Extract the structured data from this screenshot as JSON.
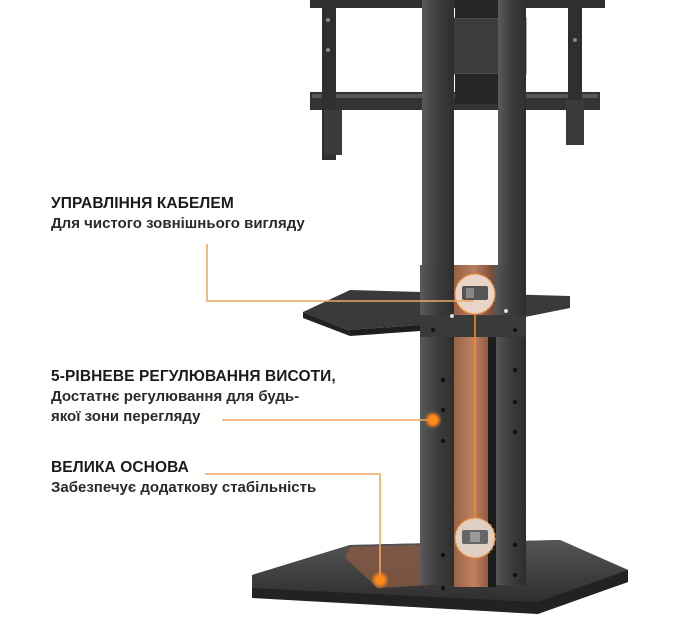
{
  "features": [
    {
      "title": "УПРАВЛІННЯ КАБЕЛЕМ",
      "description": [
        "Для чистого зовнішнього вигляду"
      ]
    },
    {
      "title": "5-РІВНЕВЕ РЕГУЛЮВАННЯ ВИСОТИ,",
      "description": [
        "Достатнє регулювання для будь-",
        "якої зони перегляду"
      ]
    },
    {
      "title": "ВЕЛИКА ОСНОВА",
      "description": [
        "Забезпечує додаткову стабільність"
      ]
    }
  ],
  "colors": {
    "accent": "#f08a24",
    "leader_line": "#f0a860",
    "metal_dark": "#3a3a3a",
    "metal_mid": "#4a4a4a",
    "cable_channel": "#b07050",
    "text": "#1b1b1b"
  }
}
